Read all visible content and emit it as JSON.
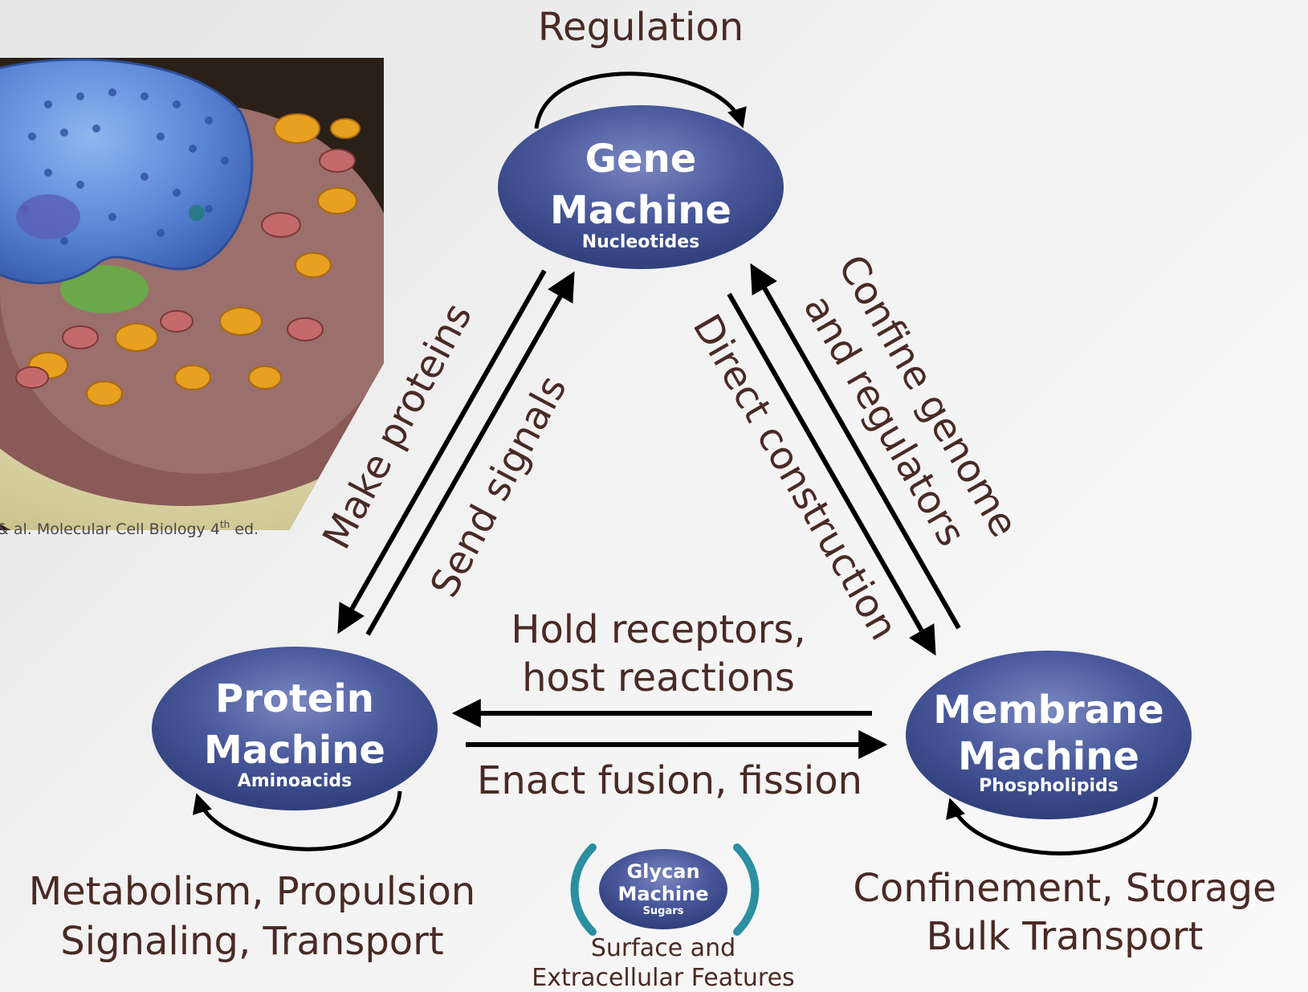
{
  "image": {
    "description_icon": "cell-illustration",
    "caption_main": "& al. Molecular Cell Biology  4",
    "caption_sup": "th",
    "caption_end": " ed."
  },
  "nodes": {
    "gene": {
      "line1": "Gene",
      "line2": "Machine",
      "sub": "Nucleotides"
    },
    "protein": {
      "line1": "Protein",
      "line2": "Machine",
      "sub": "Aminoacids"
    },
    "membrane": {
      "line1": "Membrane",
      "line2": "Machine",
      "sub": "Phospholipids"
    },
    "glycan": {
      "line1": "Glycan",
      "line2": "Machine",
      "sub": "Sugars"
    }
  },
  "labels": {
    "regulation": "Regulation",
    "make_proteins": "Make proteins",
    "send_signals": "Send signals",
    "confine_line1": "Confine genome",
    "confine_line2": "and regulators",
    "direct_construction": "Direct construction",
    "hold_line1": "Hold receptors,",
    "hold_line2": "host reactions",
    "enact": "Enact fusion, fission",
    "protein_roles_line1": "Metabolism, Propulsion",
    "protein_roles_line2": "Signaling, Transport",
    "membrane_roles_line1": "Confinement, Storage",
    "membrane_roles_line2": "Bulk Transport",
    "glycan_roles_line1": "Surface and",
    "glycan_roles_line2": "Extracellular Features"
  },
  "colors": {
    "node_fill": "#3e4f8c",
    "label_text": "#4a2a24",
    "arrow": "#000000",
    "glycan_bracket": "#2a8fa0"
  }
}
